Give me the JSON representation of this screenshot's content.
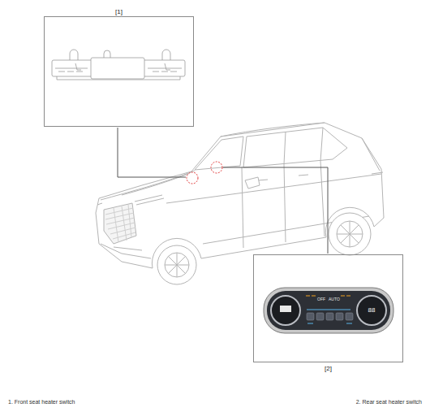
{
  "diagram": {
    "nodes": [
      {
        "text": [
          "[1]"
        ]
      },
      {
        "text": [
          "[2]"
        ]
      }
    ],
    "labels": [
      "OFF",
      "AUTO",
      "88",
      "1. Front seat heater switch",
      "2. Rear seat heater switch"
    ]
  }
}
